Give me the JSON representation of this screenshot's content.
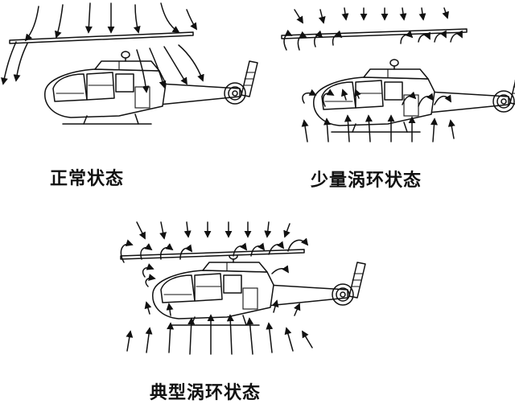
{
  "panels": {
    "normal": {
      "caption": "正常状态"
    },
    "light_vortex": {
      "caption": "少量涡环状态"
    },
    "typical_vortex": {
      "caption": "典型涡环状态"
    }
  }
}
